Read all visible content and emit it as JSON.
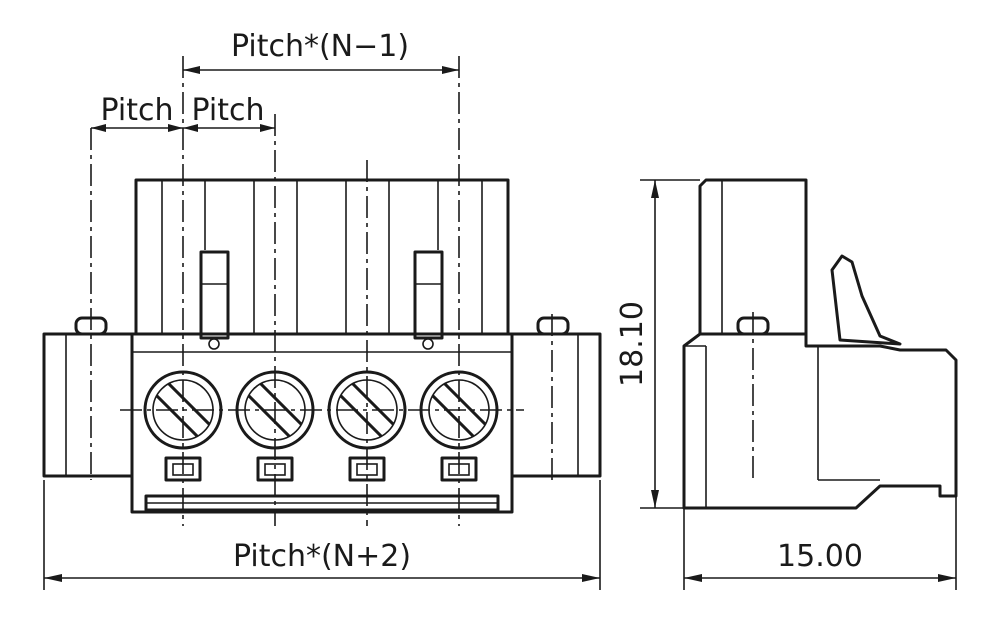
{
  "diagram": {
    "labels": {
      "pitch_n_minus_1": "Pitch*(N−1)",
      "pitch_left": "Pitch",
      "pitch_right": "Pitch",
      "pitch_n_plus_2": "Pitch*(N+2)",
      "height_dim": "18.10",
      "depth_dim": "15.00"
    },
    "positions": 4
  }
}
